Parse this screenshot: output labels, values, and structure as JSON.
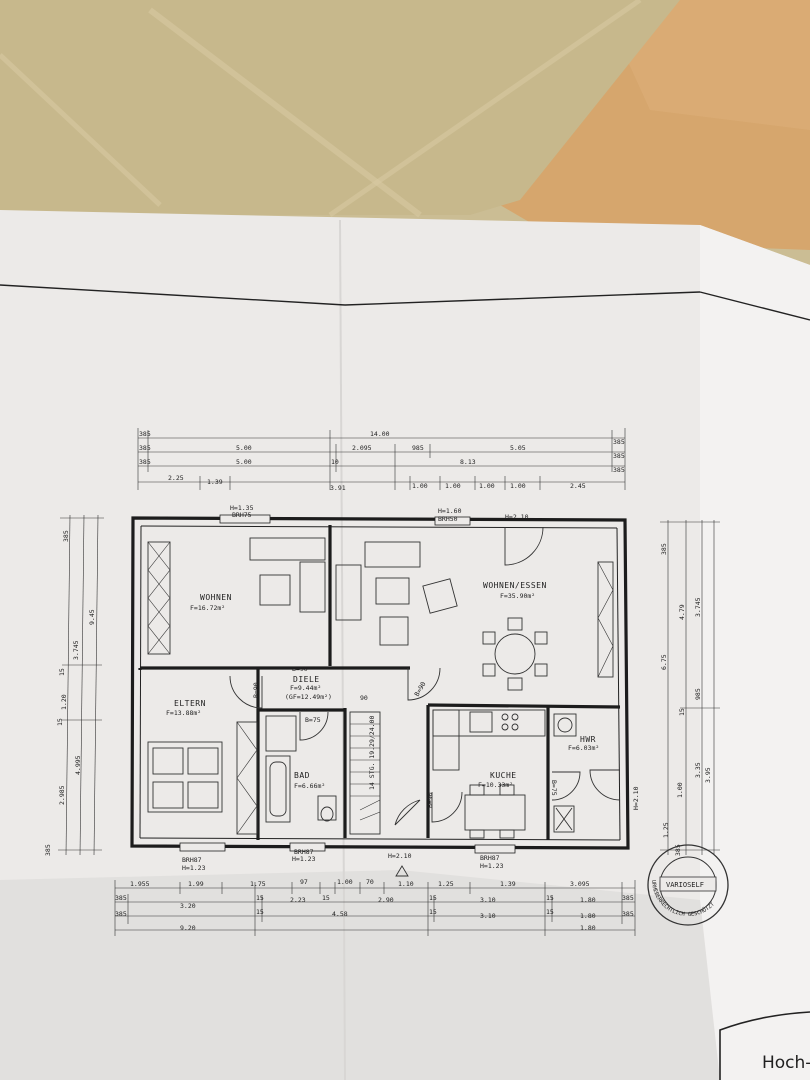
{
  "rooms": {
    "wohnen_name": "WOHNEN",
    "wohnen_area": "F=16.72m²",
    "wohnen_essen_name": "WOHNEN/ESSEN",
    "wohnen_essen_area": "F=35.90m²",
    "diele_name": "DIELE",
    "diele_area": "F=9.44m²",
    "diele_area2": "(GF=12.49m²)",
    "eltern_name": "ELTERN",
    "eltern_area": "F=13.88m²",
    "bad_name": "BAD",
    "bad_area": "F=6.66m²",
    "kueche_name": "KUCHE",
    "kueche_area": "F=10.33m²",
    "hwr_name": "HWR",
    "hwr_area": "F=6.03m²"
  },
  "openings": {
    "top_window1_h": "H=1.35",
    "top_window1_b": "BRH75",
    "top_window2_h": "H=1.60",
    "top_window2_b": "BRH50",
    "top_door_h": "H=2.10",
    "diele_door_b": "B=90",
    "eltern_door_b": "B=90",
    "wohnen_door_b": "B=90",
    "bad_door_b": "B=75",
    "kueche_door_b": "B=90",
    "hwr_door_b": "B=75",
    "hwr_outer_door": "H=2.10",
    "stair_90": "90",
    "stair_label": "14 STG. 19.29/24.00",
    "entrance": "H=2.10",
    "bottom_window1_b": "BRH87",
    "bottom_window1_h": "H=1.23",
    "bottom_window2_b": "BRH87",
    "bottom_window2_h": "H=1.23",
    "bottom_window3_b": "BRH87",
    "bottom_window3_h": "H=1.23"
  },
  "dims_top": {
    "row1": [
      "14.00"
    ],
    "row1_end": [
      "385",
      "385"
    ],
    "row2": [
      "385",
      "5.00",
      "2.095",
      "985",
      "5.05",
      "385"
    ],
    "row3": [
      "385",
      "5.00",
      "10",
      "8.13",
      "385"
    ],
    "row4": [
      "2.25",
      "1.39",
      "3.91",
      "1.00",
      "1.00",
      "1.00",
      "1.00",
      "2.45"
    ]
  },
  "dims_left": [
    "385",
    "3.745",
    "9.45",
    "15",
    "1.20",
    "15",
    "4.995",
    "2.985",
    "385"
  ],
  "dims_right": [
    "385",
    "6.75",
    "4.79",
    "3.745",
    "15",
    "985",
    "1.00",
    "3.35",
    "3.95",
    "1.25",
    "385"
  ],
  "dims_bottom": {
    "row1": [
      "1.955",
      "1.99",
      "1.75",
      "97",
      "1.00",
      "70",
      "1.10",
      "1.25",
      "1.39",
      "3.095"
    ],
    "row2": [
      "385",
      "3.20",
      "15",
      "2.23",
      "15",
      "2.90",
      "15",
      "3.10",
      "15",
      "1.80",
      "385"
    ],
    "row3": [
      "385",
      "3.20",
      "15",
      "4.58",
      "15",
      "3.10",
      "15",
      "1.80",
      "385"
    ],
    "row4": [
      "9.20",
      "1.80"
    ]
  },
  "stamp": {
    "brand": "VARIOSELF",
    "ring_text": "URHEBERRECHTLICH GESCHÜTZT"
  },
  "corner_text": "Hoch-"
}
